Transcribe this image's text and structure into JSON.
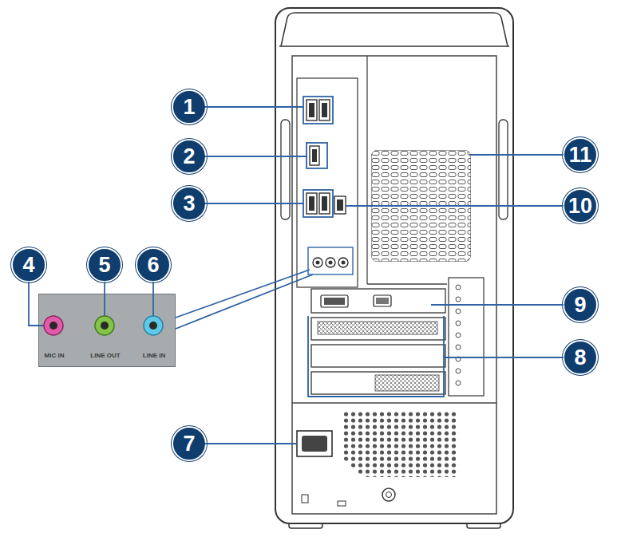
{
  "diagram": {
    "nodes": [
      {
        "text": [
          "1"
        ]
      },
      {
        "text": [
          "2"
        ]
      },
      {
        "text": [
          "3"
        ]
      },
      {
        "text": [
          "4"
        ]
      },
      {
        "text": [
          "5"
        ]
      },
      {
        "text": [
          "6"
        ]
      },
      {
        "text": [
          "7"
        ]
      },
      {
        "text": [
          "8"
        ]
      },
      {
        "text": [
          "9"
        ]
      },
      {
        "text": [
          "10"
        ]
      },
      {
        "text": [
          "11"
        ]
      },
      {
        "text": [
          "MIC IN",
          "LINE OUT",
          "LINE IN"
        ]
      }
    ]
  }
}
